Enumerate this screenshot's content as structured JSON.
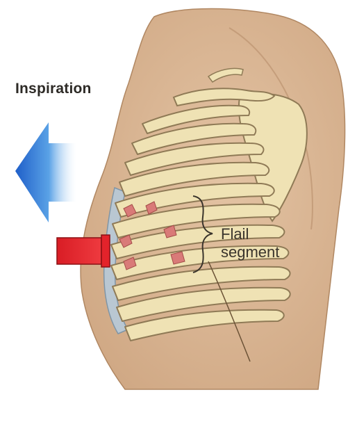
{
  "labels": {
    "inspiration": "Inspiration",
    "flail_line1": "Flail",
    "flail_line2": "segment"
  },
  "colors": {
    "skin": "#dcb998",
    "skin_shadow": "#c39a76",
    "bone": "#efe2b4",
    "bone_outline": "#8f7a56",
    "cartilage": "#b9c7d2",
    "fracture": "#d97a78",
    "arrow_blue": "#2a6fd1",
    "impact_red": "#e3232b"
  },
  "icons": {
    "inspiration_arrow": "left-arrow-icon",
    "impact_arrow": "right-arrow-icon"
  }
}
